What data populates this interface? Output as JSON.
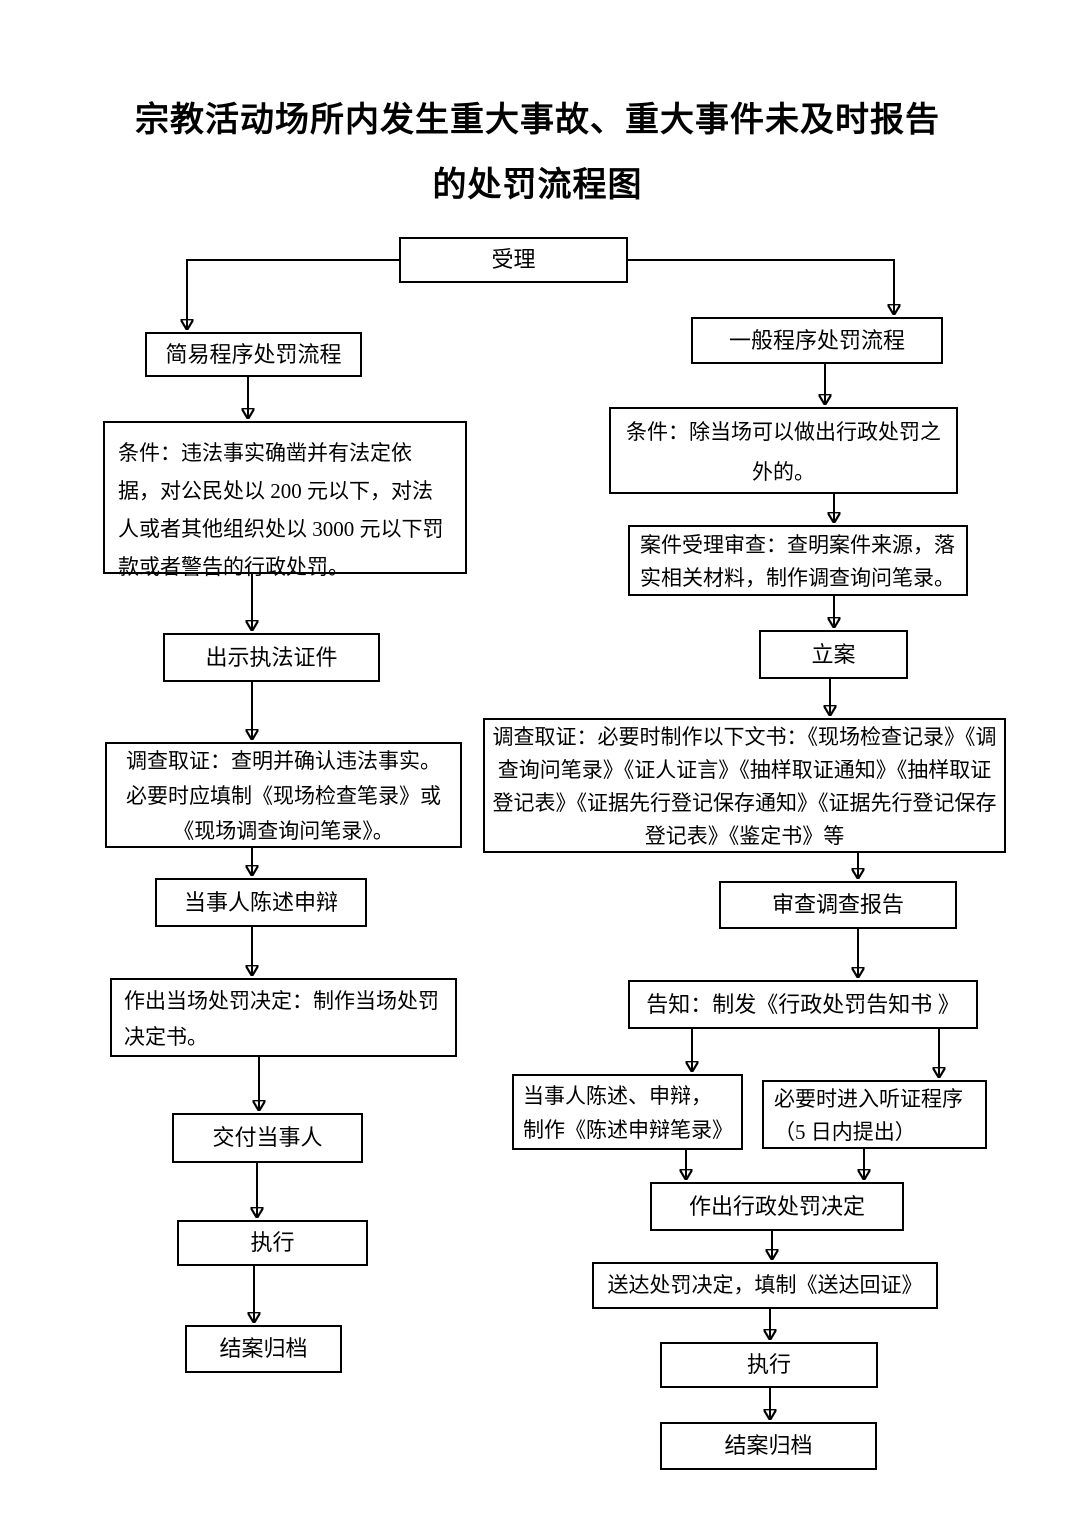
{
  "title": {
    "line1": "宗教活动场所内发生重大事故、重大事件未及时报告",
    "line2": "的处罚流程图"
  },
  "flowchart": {
    "accept": "受理",
    "left": {
      "branch_label": "简易程序处罚流程",
      "condition": "条件：违法事实确凿并有法定依据，对公民处以 200 元以下，对法人或者其他组织处以 3000 元以下罚款或者警告的行政处罚。",
      "show_credentials": "出示执法证件",
      "investigation": "调查取证：查明并确认违法事实。必要时应填制《现场检查笔录》或《现场调查询问笔录》。",
      "statement": "当事人陈述申辩",
      "onsite_decision": "作出当场处罚决定：制作当场处罚决定书。",
      "deliver": "交付当事人",
      "execute": "执行",
      "archive": "结案归档"
    },
    "right": {
      "branch_label": "一般程序处罚流程",
      "condition": "条件：除当场可以做出行政处罚之外的。",
      "case_review": "案件受理审查：查明案件来源，落实相关材料，制作调查询问笔录。",
      "file_case": "立案",
      "investigation": "调查取证：必要时制作以下文书：《现场检查记录》《调查询问笔录》《证人证言》《抽样取证通知》《抽样取证登记表》《证据先行登记保存通知》《证据先行登记保存登记表》《鉴定书》等",
      "review_report": "审查调查报告",
      "notify": "告知：制发《行政处罚告知书 》",
      "statement_record": "当事人陈述、申辩，制作《陈述申辩笔录》",
      "hearing": "必要时进入听证程序（5 日内提出）",
      "decision": "作出行政处罚决定",
      "serve": "送达处罚决定，填制《送达回证》",
      "execute": "执行",
      "archive": "结案归档"
    }
  },
  "colors": {
    "background": "#ffffff",
    "line": "#000000",
    "text": "#000000"
  }
}
